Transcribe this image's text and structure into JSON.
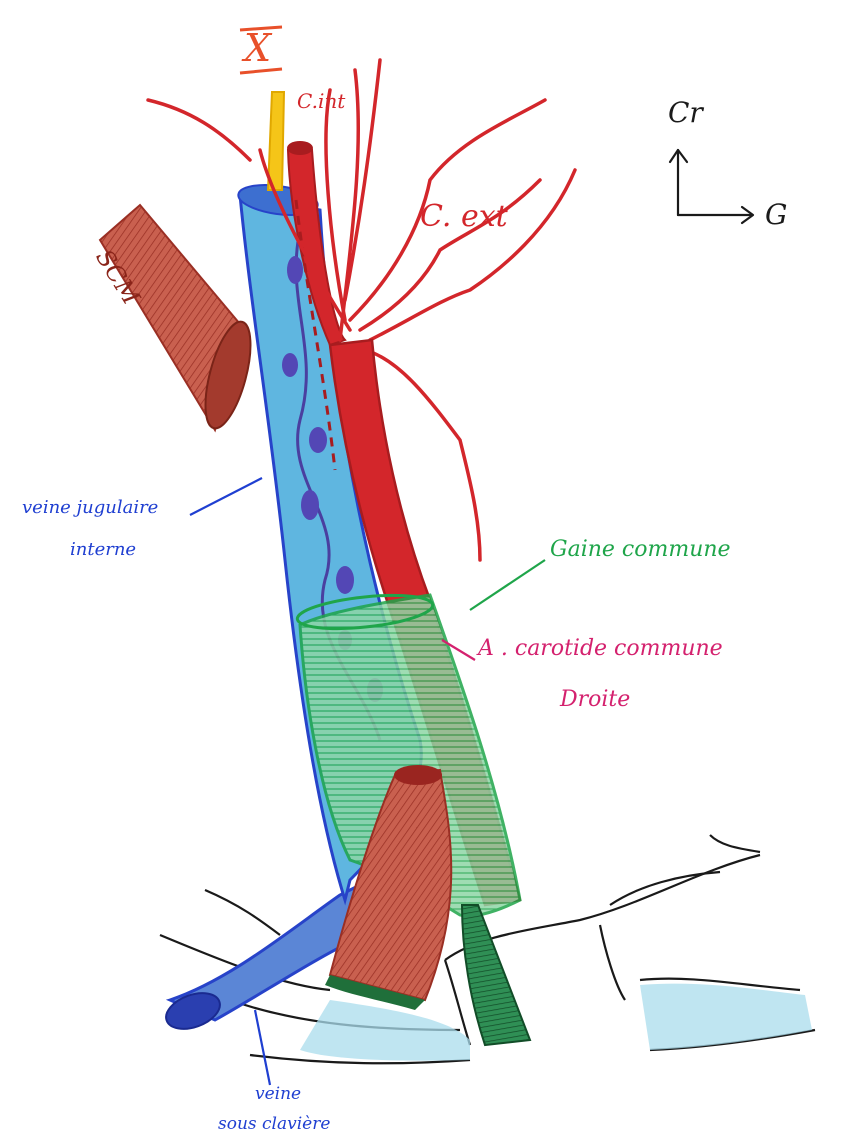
{
  "labels": {
    "nerve": "X",
    "c_int": "C.int",
    "c_ext": "C. ext",
    "scm": "SCM",
    "orient_up": "Cr",
    "orient_right": "G",
    "jugular_line1": "veine jugulaire",
    "jugular_line2": "interne",
    "sheath": "Gaine commune",
    "carotid_line1": "A . carotide commune",
    "carotid_line2": "Droite",
    "subclavian_line1": "veine",
    "subclavian_line2": "sous clavière"
  },
  "colors": {
    "artery": "#d3262b",
    "artery_dark": "#a81c1f",
    "vein": "#5fb6e0",
    "vein_outline": "#2743c9",
    "vein_dark": "#3f49b8",
    "nerve": "#f5c518",
    "nerve_label": "#e8502a",
    "muscle": "#b8473b",
    "sheath": "#1fa54a",
    "green_dark": "#1f6f3a",
    "carotid_label": "#d4216e",
    "jugular_label": "#1f3fd1",
    "outline": "#1a1a1a",
    "pale_blue": "#a9dcec"
  }
}
